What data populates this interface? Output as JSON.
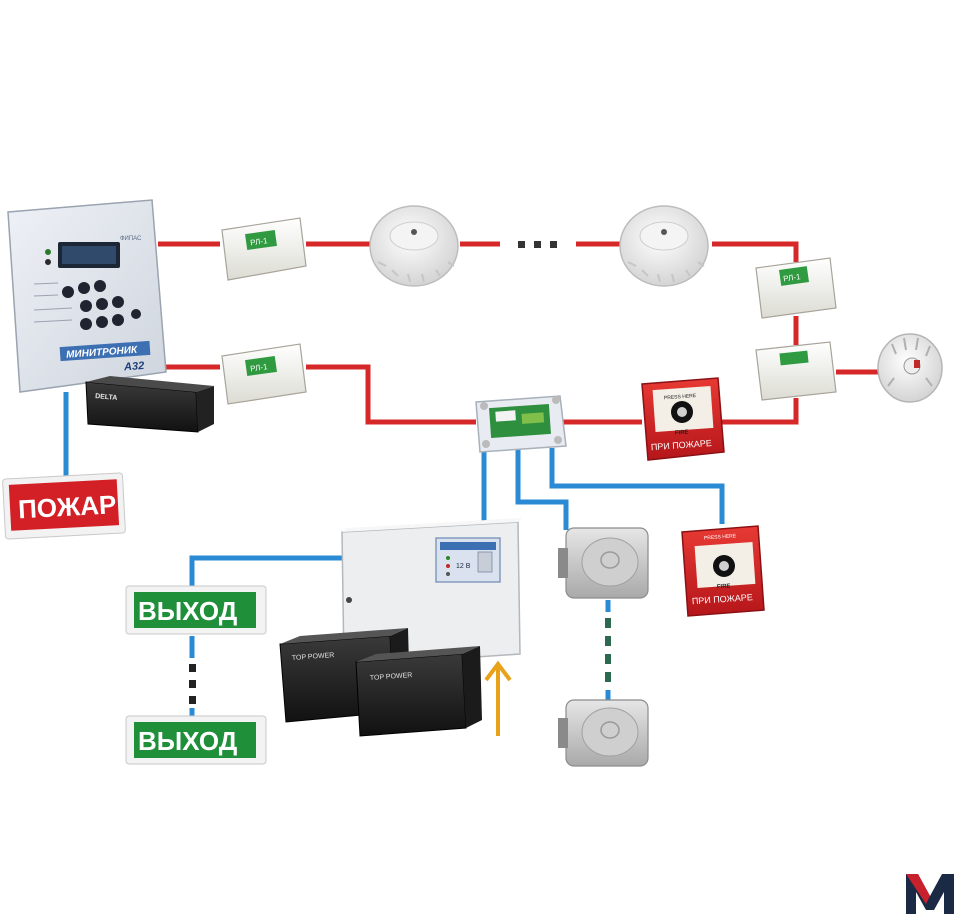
{
  "panel": {
    "brand": "МИНИТРОНИК",
    "model": "А32",
    "maker": "ФИПАС"
  },
  "relay_label": "РЛ-1",
  "small_battery_label": "DELTA",
  "sign_fire": "ПОЖАР",
  "sign_exit": "ВЫХОД",
  "call_point": {
    "top": "PRESS HERE",
    "mid": "FIRE",
    "bottom": "ПРИ ПОЖАРЕ"
  },
  "psu_label": "12 В",
  "psu_battery_label": "TOP POWER",
  "logo_letter": "M",
  "colors": {
    "line_red": "#d62828",
    "line_blue": "#2a8bd4",
    "arrow_orange": "#e8a21a",
    "sign_red": "#d31f26",
    "sign_green": "#1f8f3a",
    "logo_red": "#c8202c",
    "logo_dark": "#1a2a44"
  }
}
